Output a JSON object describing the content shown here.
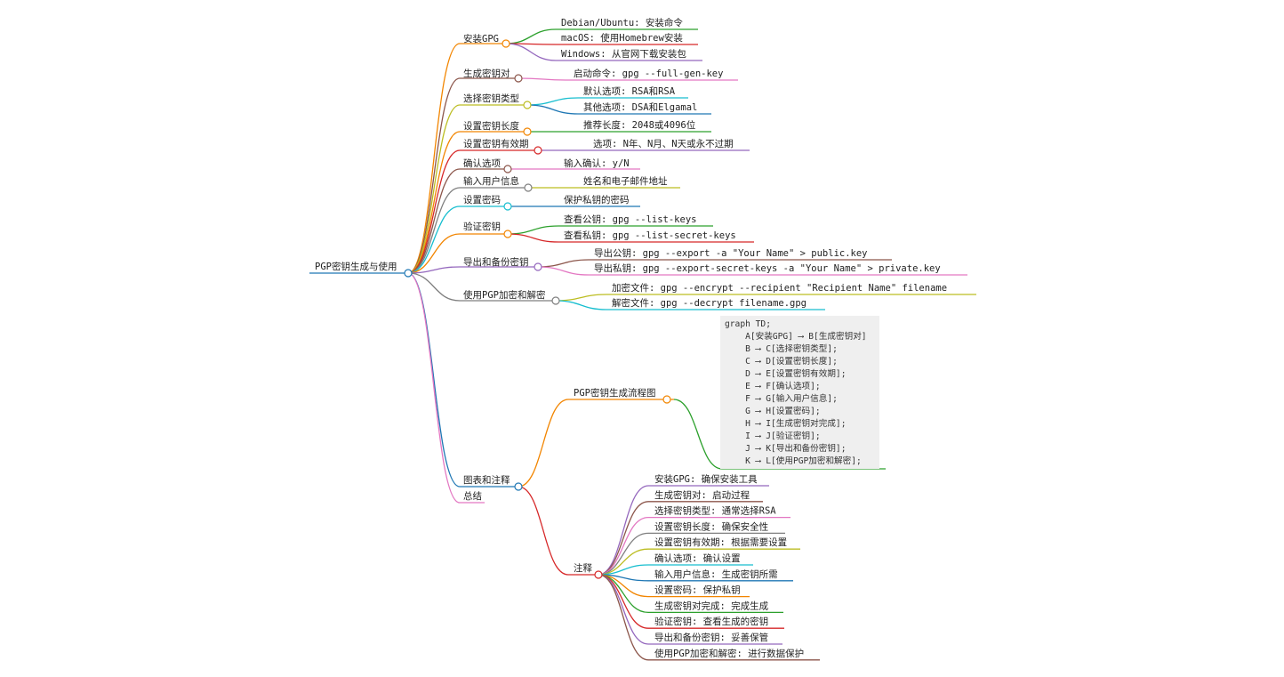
{
  "root": {
    "label": "PGP密钥生成与使用"
  },
  "branches": [
    {
      "label": "安装GPG",
      "color": "#f28500",
      "children": [
        {
          "label": "Debian/Ubuntu: 安装命令",
          "color": "#2ca02c"
        },
        {
          "label": "macOS: 使用Homebrew安装",
          "color": "#d62728"
        },
        {
          "label": "Windows: 从官网下载安装包",
          "color": "#9467bd"
        }
      ]
    },
    {
      "label": "生成密钥对",
      "color": "#8c564b",
      "children": [
        {
          "label": "启动命令: gpg --full-gen-key",
          "color": "#e377c2"
        }
      ]
    },
    {
      "label": "选择密钥类型",
      "color": "#bcbd22",
      "children": [
        {
          "label": "默认选项: RSA和RSA",
          "color": "#17becf"
        },
        {
          "label": "其他选项: DSA和Elgamal",
          "color": "#1f77b4"
        }
      ]
    },
    {
      "label": "设置密钥长度",
      "color": "#f28500",
      "children": [
        {
          "label": "推荐长度: 2048或4096位",
          "color": "#2ca02c"
        }
      ]
    },
    {
      "label": "设置密钥有效期",
      "color": "#d62728",
      "children": [
        {
          "label": "选项: N年、N月、N天或永不过期",
          "color": "#9467bd"
        }
      ]
    },
    {
      "label": "确认选项",
      "color": "#8c564b",
      "children": [
        {
          "label": "输入确认: y/N",
          "color": "#e377c2"
        }
      ]
    },
    {
      "label": "输入用户信息",
      "color": "#7f7f7f",
      "children": [
        {
          "label": "姓名和电子邮件地址",
          "color": "#bcbd22"
        }
      ]
    },
    {
      "label": "设置密码",
      "color": "#17becf",
      "children": [
        {
          "label": "保护私钥的密码",
          "color": "#1f77b4"
        }
      ]
    },
    {
      "label": "验证密钥",
      "color": "#f28500",
      "children": [
        {
          "label": "查看公钥: gpg --list-keys",
          "color": "#2ca02c"
        },
        {
          "label": "查看私钥: gpg --list-secret-keys",
          "color": "#d62728"
        }
      ]
    },
    {
      "label": "导出和备份密钥",
      "color": "#9467bd",
      "children": [
        {
          "label": "导出公钥: gpg --export -a \"Your Name\" > public.key",
          "color": "#8c564b"
        },
        {
          "label": "导出私钥: gpg --export-secret-keys -a \"Your Name\" > private.key",
          "color": "#e377c2"
        }
      ]
    },
    {
      "label": "使用PGP加密和解密",
      "color": "#7f7f7f",
      "children": [
        {
          "label": "加密文件: gpg --encrypt --recipient \"Recipient Name\" filename",
          "color": "#bcbd22"
        },
        {
          "label": "解密文件: gpg --decrypt filename.gpg",
          "color": "#17becf"
        }
      ]
    },
    {
      "label": "图表和注释",
      "color": "#1f77b4",
      "children": [
        {
          "label": "PGP密钥生成流程图",
          "color": "#f28500"
        },
        {
          "label": "注释",
          "color": "#d62728"
        }
      ]
    },
    {
      "label": "总结",
      "color": "#e377c2",
      "children": []
    }
  ],
  "flowchart_code": [
    "graph TD;",
    "    A[安装GPG] ⟶ B[生成密钥对]",
    "    B ⟶ C[选择密钥类型];",
    "    C ⟶ D[设置密钥长度];",
    "    D ⟶ E[设置密钥有效期];",
    "    E ⟶ F[确认选项];",
    "    F ⟶ G[输入用户信息];",
    "    G ⟶ H[设置密码];",
    "    H ⟶ I[生成密钥对完成];",
    "    I ⟶ J[验证密钥];",
    "    J ⟶ K[导出和备份密钥];",
    "    K ⟶ L[使用PGP加密和解密];"
  ],
  "notes": [
    {
      "label": "安装GPG: 确保安装工具",
      "color": "#9467bd"
    },
    {
      "label": "生成密钥对: 启动过程",
      "color": "#8c564b"
    },
    {
      "label": "选择密钥类型: 通常选择RSA",
      "color": "#e377c2"
    },
    {
      "label": "设置密钥长度: 确保安全性",
      "color": "#7f7f7f"
    },
    {
      "label": "设置密钥有效期: 根据需要设置",
      "color": "#bcbd22"
    },
    {
      "label": "确认选项: 确认设置",
      "color": "#17becf"
    },
    {
      "label": "输入用户信息: 生成密钥所需",
      "color": "#1f77b4"
    },
    {
      "label": "设置密码: 保护私钥",
      "color": "#f28500"
    },
    {
      "label": "生成密钥对完成: 完成生成",
      "color": "#2ca02c"
    },
    {
      "label": "验证密钥: 查看生成的密钥",
      "color": "#d62728"
    },
    {
      "label": "导出和备份密钥: 妥善保管",
      "color": "#9467bd"
    },
    {
      "label": "使用PGP加密和解密: 进行数据保护",
      "color": "#8c564b"
    }
  ]
}
